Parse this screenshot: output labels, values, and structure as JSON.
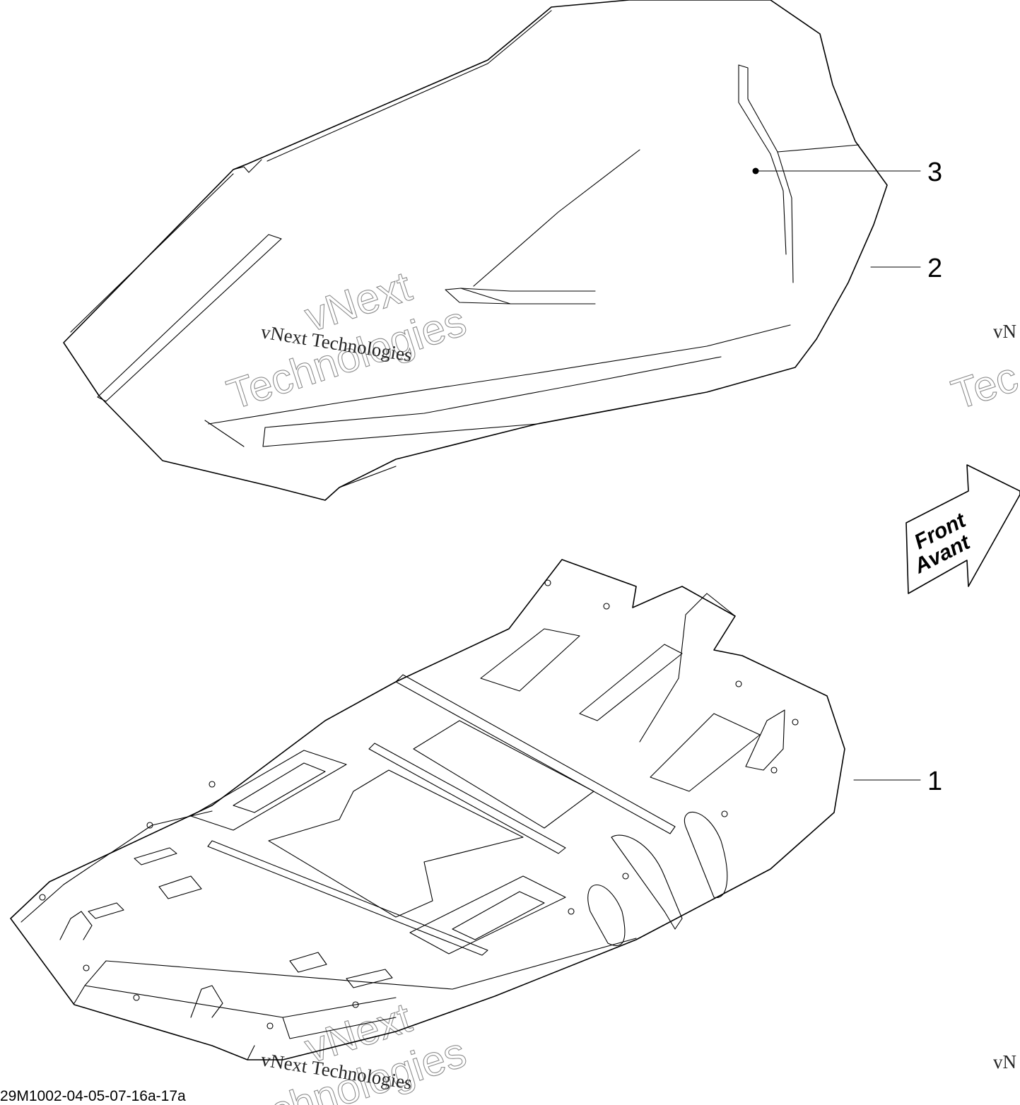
{
  "diagram": {
    "reference_code": "29M1002-04-05-07-16a-17a",
    "direction_arrow": {
      "line1": "Front",
      "line2": "Avant"
    },
    "callouts": [
      {
        "number": "3"
      },
      {
        "number": "2"
      },
      {
        "number": "1"
      }
    ],
    "watermark": {
      "line1": "vNext",
      "line2": "Technologies",
      "caption": "vNext Technologies",
      "edge_fragment_a": "vN",
      "edge_fragment_b": "Tec"
    }
  }
}
